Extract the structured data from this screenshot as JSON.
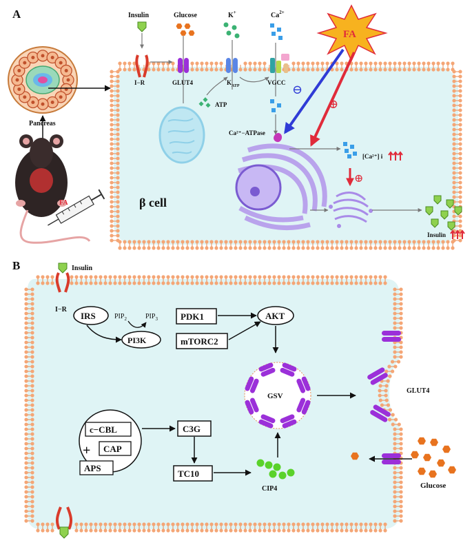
{
  "panel_a": {
    "label": "A",
    "insulin": "Insulin",
    "glucose": "Glucose",
    "k": "K",
    "k_sup": "+",
    "ca": "Ca",
    "ca_sup": "2+",
    "fa": "FA",
    "ir": "I−R",
    "glut4": "GLUT4",
    "katp_k": "K",
    "katp_sub": "ATP",
    "vgcc": "VGCC",
    "atp": "ATP",
    "pancreas": "Pancreas",
    "mouse_fa": "FA",
    "minus": "⊖",
    "plus": "⊕",
    "plus2": "⊕",
    "ca_atpase": "Ca²⁺−ATPase",
    "ca_i": "[Ca²⁺] i",
    "beta_cell": "β  cell",
    "insulin_out": "Insulin"
  },
  "panel_b": {
    "label": "B",
    "insulin": "Insulin",
    "ir": "I−R",
    "irs": "IRS",
    "pip2": "PIP",
    "pip2_sub": "2",
    "pip3": "PIP",
    "pip3_sub": "3",
    "pi3k": "PI3K",
    "pdk1": "PDK1",
    "mtorc2": "mTORC2",
    "akt": "AKT",
    "gsv": "GSV",
    "glut4": "GLUT4",
    "ccbl": "c−CBL",
    "plus": "+",
    "cap": "CAP",
    "aps": "APS",
    "c3g": "C3G",
    "tc10": "TC10",
    "cip4": "CIP4",
    "glucose": "Glucose"
  },
  "colors": {
    "membrane_head": "#f4a676",
    "membrane_tail": "#e88a52",
    "cytoplasm": "#dff4f5",
    "insulin": "#8fd14f",
    "glucose": "#e8731f",
    "potassium": "#3bb273",
    "calcium": "#3a9ee8",
    "glut4": "#9b30d9",
    "receptor": "#d93b2b",
    "fa_star": "#f7b21f",
    "inhibit_arrow": "#2f3bd6",
    "activate_arrow": "#e02b3a",
    "er": "#a98be8",
    "mito": "#8fd0e8",
    "cip4": "#5ad22a"
  }
}
